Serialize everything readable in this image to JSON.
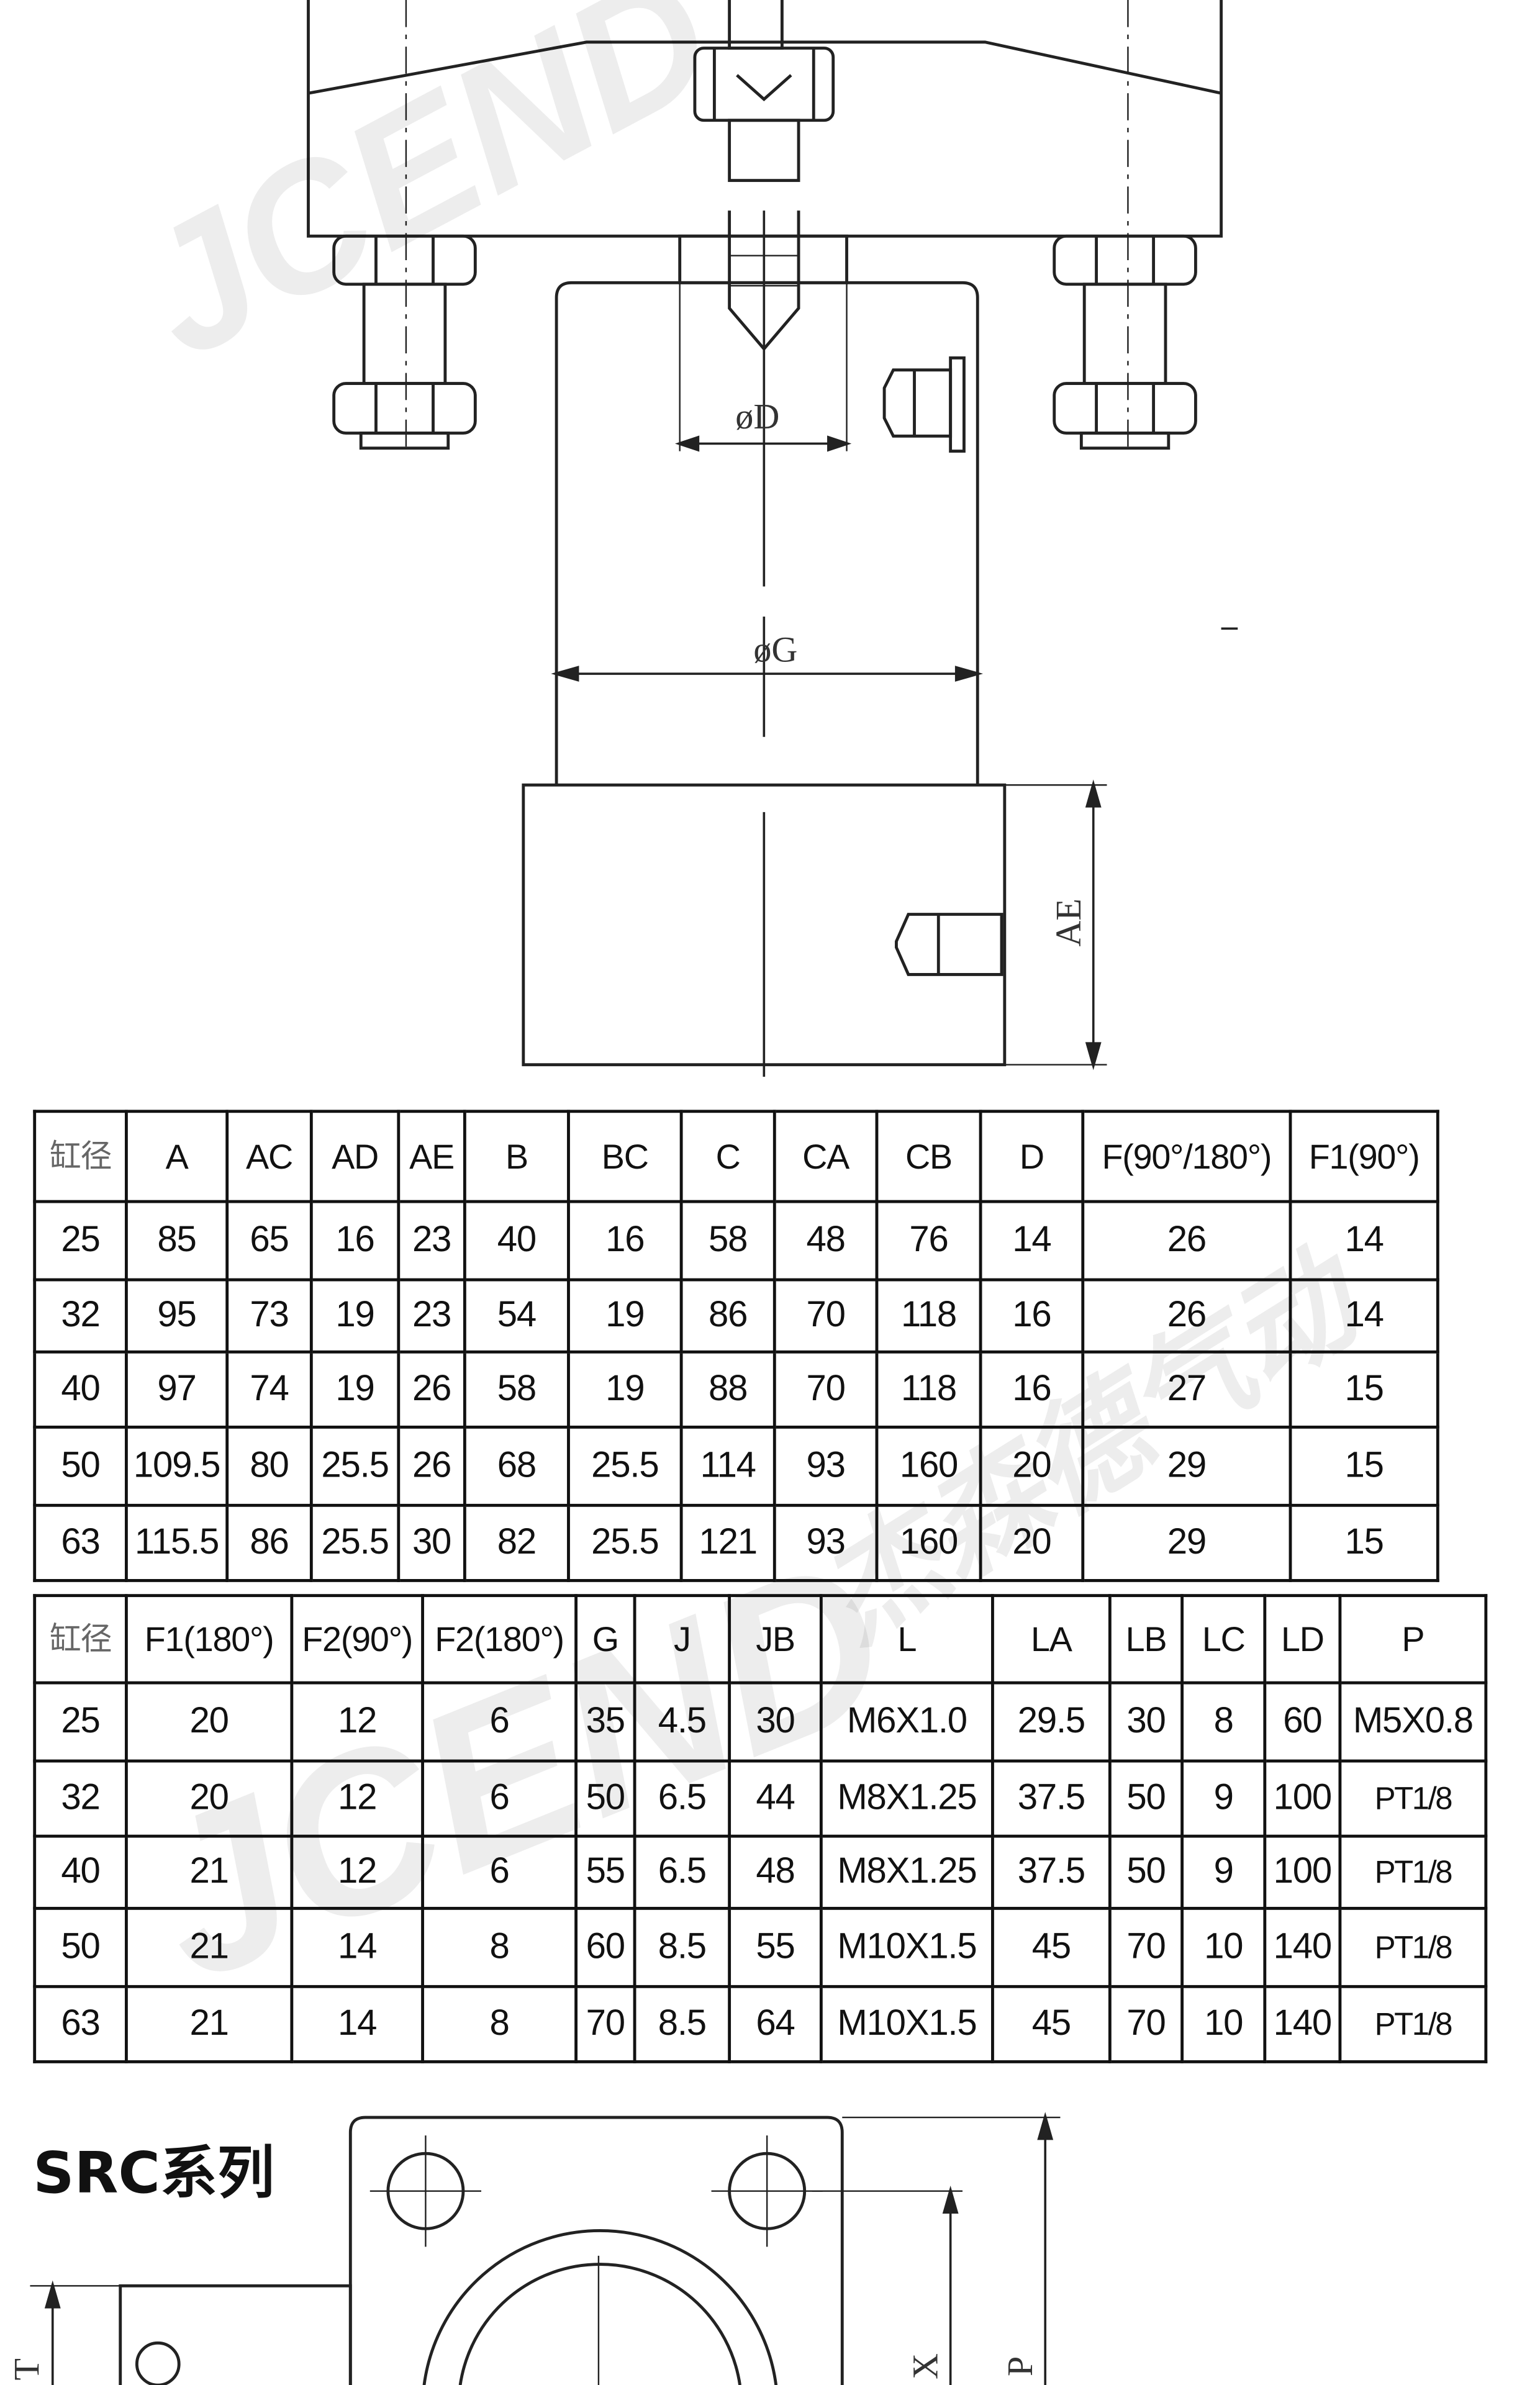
{
  "drawing_labels": {
    "bore_d": "øD",
    "bore_g": "øG",
    "ae": "AE",
    "x_dim": "X",
    "p_dim": "P",
    "t_dim": "T"
  },
  "section_title": "SRC系列",
  "watermarks": {
    "logo": "JCEND",
    "brand_cn": "杰森德气动"
  },
  "table1": {
    "headers": [
      "缸径",
      "A",
      "AC",
      "AD",
      "AE",
      "B",
      "BC",
      "C",
      "CA",
      "CB",
      "D",
      "F(90°/180°)",
      "F1(90°)"
    ],
    "rows": [
      [
        "25",
        "85",
        "65",
        "16",
        "23",
        "40",
        "16",
        "58",
        "48",
        "76",
        "14",
        "26",
        "14"
      ],
      [
        "32",
        "95",
        "73",
        "19",
        "23",
        "54",
        "19",
        "86",
        "70",
        "118",
        "16",
        "26",
        "14"
      ],
      [
        "40",
        "97",
        "74",
        "19",
        "26",
        "58",
        "19",
        "88",
        "70",
        "118",
        "16",
        "27",
        "15"
      ],
      [
        "50",
        "109.5",
        "80",
        "25.5",
        "26",
        "68",
        "25.5",
        "114",
        "93",
        "160",
        "20",
        "29",
        "15"
      ],
      [
        "63",
        "115.5",
        "86",
        "25.5",
        "30",
        "82",
        "25.5",
        "121",
        "93",
        "160",
        "20",
        "29",
        "15"
      ]
    ]
  },
  "table2": {
    "headers": [
      "缸径",
      "F1(180°)",
      "F2(90°)",
      "F2(180°)",
      "G",
      "J",
      "JB",
      "L",
      "LA",
      "LB",
      "LC",
      "LD",
      "P"
    ],
    "rows": [
      [
        "25",
        "20",
        "12",
        "6",
        "35",
        "4.5",
        "30",
        "M6X1.0",
        "29.5",
        "30",
        "8",
        "60",
        "M5X0.8"
      ],
      [
        "32",
        "20",
        "12",
        "6",
        "50",
        "6.5",
        "44",
        "M8X1.25",
        "37.5",
        "50",
        "9",
        "100",
        "PT1/8"
      ],
      [
        "40",
        "21",
        "12",
        "6",
        "55",
        "6.5",
        "48",
        "M8X1.25",
        "37.5",
        "50",
        "9",
        "100",
        "PT1/8"
      ],
      [
        "50",
        "21",
        "14",
        "8",
        "60",
        "8.5",
        "55",
        "M10X1.5",
        "45",
        "70",
        "10",
        "140",
        "PT1/8"
      ],
      [
        "63",
        "21",
        "14",
        "8",
        "70",
        "8.5",
        "64",
        "M10X1.5",
        "45",
        "70",
        "10",
        "140",
        "PT1/8"
      ]
    ]
  }
}
